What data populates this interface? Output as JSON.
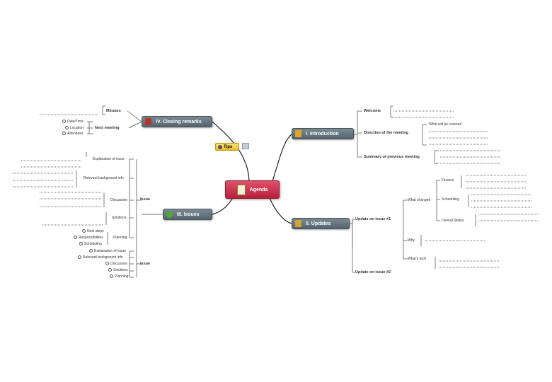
{
  "central": {
    "label": "Agenda"
  },
  "tips": {
    "label": "Tips"
  },
  "topics": {
    "closing": "IV. Closing remarks",
    "intro": "I. Introduction",
    "issues": "III. Issues",
    "updates": "II. Updates"
  },
  "closing": {
    "minutes": "Minutes",
    "next_meeting": "Next meeting",
    "date_time": "Date/Time",
    "location": "Location",
    "attendees": "Attendees"
  },
  "intro": {
    "welcome": "Welcome",
    "direction": "Direction of the meeting",
    "what_covered": "What will be covered",
    "summary": "Summary of previous meeting"
  },
  "issues": {
    "issue1": "Issue",
    "issue2": "Issue",
    "explanation": "Explanation of issue",
    "background": "Relevant background info",
    "discussion": "Discussion",
    "solutions": "Solutions",
    "planning": "Planning",
    "next_steps": "Next steps",
    "responsibilities": "Responsibilities",
    "scheduling": "Scheduling",
    "explanation2": "Explanation of issue",
    "background2": "Relevant background info",
    "discussion2": "Discussion",
    "solutions2": "Solutions",
    "planning2": "Planning"
  },
  "updates": {
    "issue1": "Update on issue #1",
    "issue2": "Update on issue #2",
    "what_changed": "What changed",
    "finance": "Finance",
    "scheduling": "Scheduling",
    "overall_status": "Overall Status",
    "why": "Why",
    "whats_next": "What's next"
  },
  "colors": {
    "central": "#c8243f",
    "topic": "#5f6e76",
    "tips": "#f1cc45",
    "branch": "#333333"
  }
}
